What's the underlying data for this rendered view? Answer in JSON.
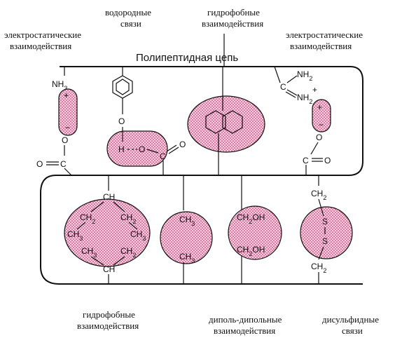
{
  "labels": {
    "top_electrostatic_left": [
      "электростатические",
      "взаимодействия"
    ],
    "top_hydrogen": [
      "водородные",
      "связи"
    ],
    "top_hydrophobic": [
      "гидрофобные",
      "взаимодействия"
    ],
    "top_electrostatic_right": [
      "электростатические",
      "взаимодействия"
    ],
    "chain_title": "Полипептидная цепь",
    "bottom_hydrophobic": [
      "гидрофобные",
      "взаимодействия"
    ],
    "bottom_dipole": [
      "диполь-дипольные",
      "взаимодействия"
    ],
    "bottom_disulfide": [
      "дисульфидные",
      "связи"
    ]
  },
  "chem": {
    "nh3": "NH3",
    "plus": "+",
    "minus": "−",
    "o": "O",
    "h": "H",
    "c": "C",
    "nh2": "NH2",
    "ch": "CH",
    "ch2": "CH2",
    "ch3": "CH3",
    "ch2oh": "CH2OH",
    "s": "S"
  },
  "colors": {
    "blob_fill": "#f3cfe0",
    "dot": "#c2185b",
    "ink": "#111111"
  }
}
